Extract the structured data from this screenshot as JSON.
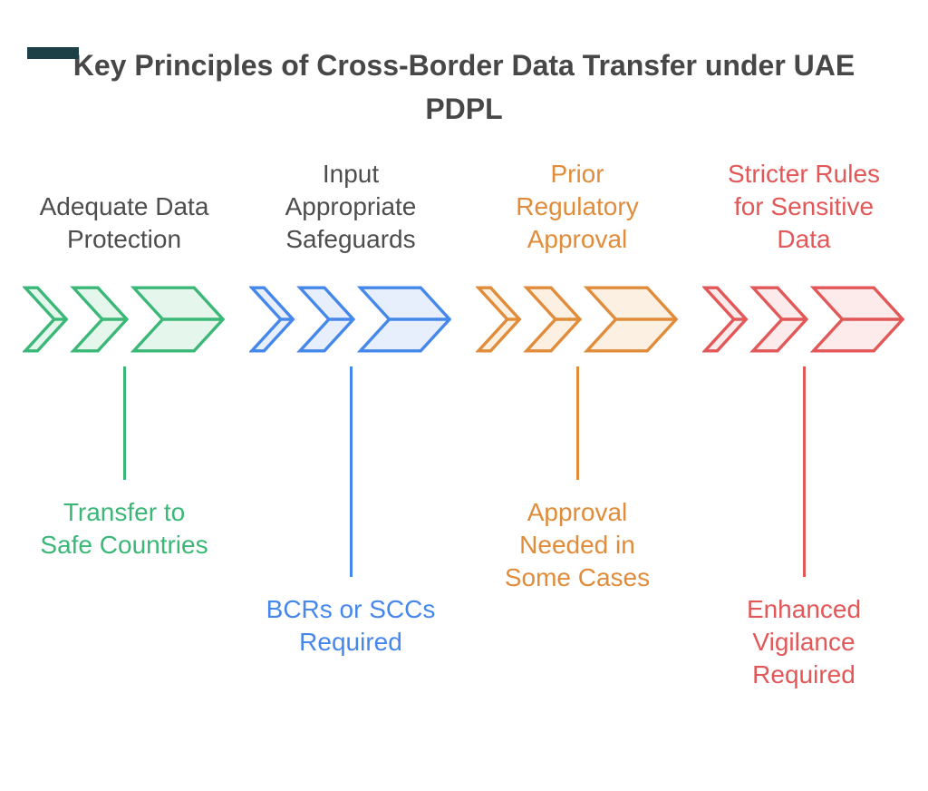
{
  "title": "Key Principles of Cross-Border Data Transfer under UAE\nPDPL",
  "title_color": "#474747",
  "corner_mark": {
    "color": "#1C4046"
  },
  "columns": [
    {
      "header": "Adequate Data\nProtection",
      "note": "Transfer to\nSafe Countries",
      "accent": "#3BB877",
      "fill": "#E5F7EC",
      "header_color": "#4D4D4D",
      "connector": "short"
    },
    {
      "header": "Input\nAppropriate\nSafeguards",
      "note": "BCRs or SCCs\nRequired",
      "accent": "#4687EC",
      "fill": "#E8EFFC",
      "header_color": "#4D4D4D",
      "connector": "tall"
    },
    {
      "header": "Prior\nRegulatory\nApproval",
      "note": "Approval\nNeeded in\nSome Cases",
      "accent": "#E08C3A",
      "fill": "#FCF0E2",
      "header_color": "#E08C3A",
      "connector": "short"
    },
    {
      "header": "Stricter Rules\nfor Sensitive\nData",
      "note": "Enhanced\nVigilance\nRequired",
      "accent": "#E25757",
      "fill": "#FDEBEB",
      "header_color": "#E25757",
      "connector": "tall"
    }
  ]
}
